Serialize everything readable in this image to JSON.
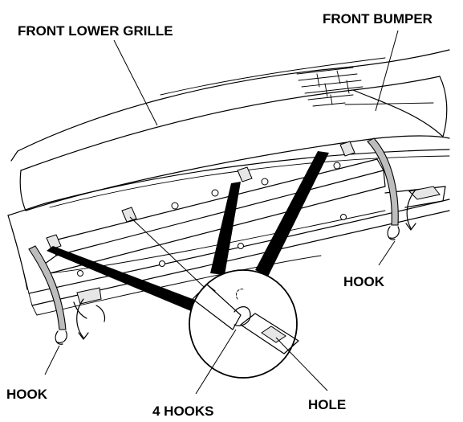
{
  "labels": {
    "front_lower_grille": "FRONT LOWER GRILLE",
    "front_bumper": "FRONT BUMPER",
    "hook_right": "HOOK",
    "hook_left": "HOOK",
    "four_hooks": "4 HOOKS",
    "hole": "HOLE"
  },
  "colors": {
    "line": "#000000",
    "background": "#ffffff",
    "strap": "#bdbdbd"
  }
}
